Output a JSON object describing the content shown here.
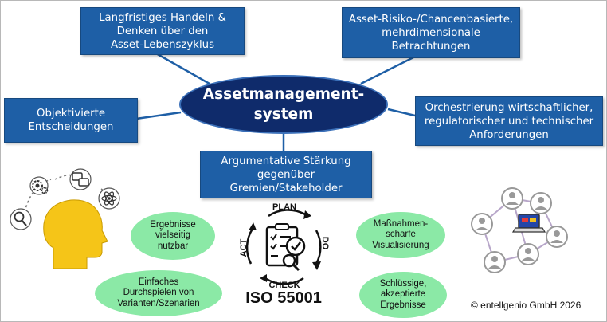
{
  "center": {
    "line1": "Assetmanagement-",
    "line2": "system"
  },
  "boxes": {
    "top_left": [
      "Langfristiges Handeln &",
      "Denken über den",
      "Asset-Lebenszyklus"
    ],
    "top_right": [
      "Asset-Risiko-/Chancenbasierte,",
      "mehrdimensionale",
      "Betrachtungen"
    ],
    "mid_left": [
      "Objektivierte",
      "Entscheidungen"
    ],
    "mid_right": [
      "Orchestrierung wirtschaftlicher,",
      "regulatorischer und technischer",
      "Anforderungen"
    ],
    "bottom": [
      "Argumentative Stärkung",
      "gegenüber",
      "Gremien/Stakeholder"
    ]
  },
  "pills": {
    "left_top": [
      "Ergebnisse",
      "vielseitig",
      "nutzbar"
    ],
    "left_bottom": [
      "Einfaches",
      "Durchspielen von",
      "Varianten/Szenarien"
    ],
    "right_top": [
      "Maßnahmen-",
      "scharfe",
      "Visualisierung"
    ],
    "right_bottom": [
      "Schlüssige,",
      "akzeptierte",
      "Ergebnisse"
    ]
  },
  "pdca": {
    "plan": "PLAN",
    "do": "DO",
    "check": "CHECK",
    "act": "ACT"
  },
  "iso_label": "ISO 55001",
  "copyright": "© entellgenio GmbH 2026",
  "icons": [
    "gear-icon",
    "chat-bubbles-icon",
    "atom-icon",
    "magnifier-icon",
    "head-icon",
    "checklist-icon",
    "network-people-icon",
    "laptop-icon"
  ],
  "colors": {
    "box_blue": "#1e5fa6",
    "ellipse_navy": "#0f2b6b",
    "pill_green": "#8be9a6",
    "head_yellow": "#f5c518"
  }
}
